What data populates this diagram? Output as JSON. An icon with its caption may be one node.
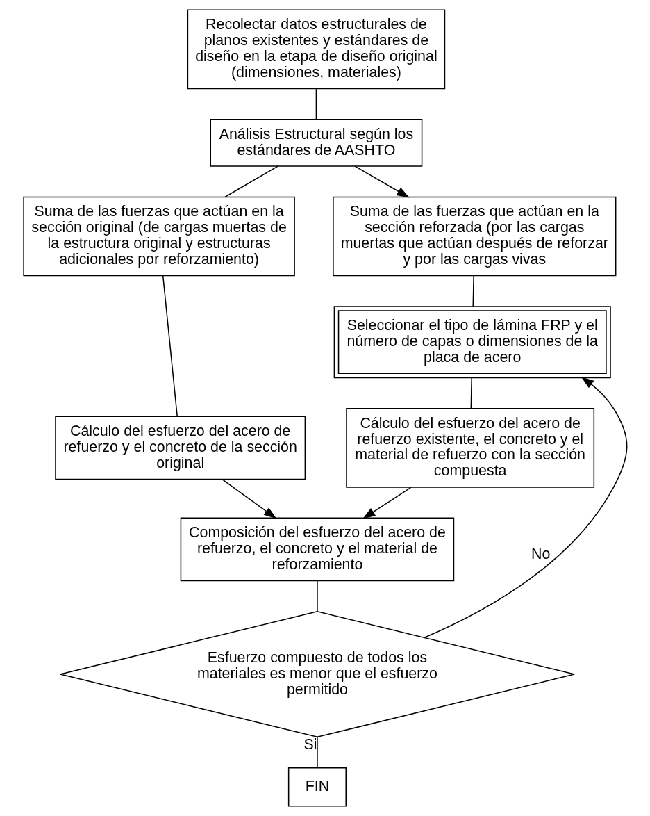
{
  "diagram": {
    "nodes": [
      {
        "text": [
          "Recolectar datos estructurales de planos existentes y estándares de diseño en la etapa de diseño original (dimensiones, materiales)"
        ]
      },
      {
        "text": [
          "Análisis Estructural según los estándares de AASHTO"
        ]
      },
      {
        "text": [
          "Suma de las fuerzas que actúan en la sección original (de cargas muertas de la estructura original y estructuras adicionales por reforzamiento)"
        ]
      },
      {
        "text": [
          "Suma de las fuerzas que actúan en la sección reforzada (por las cargas muertas que actúan después de reforzar y por las cargas vivas"
        ]
      },
      {
        "text": [
          "Seleccionar el tipo de lámina FRP y el número de capas o dimensiones de la placa de acero"
        ]
      },
      {
        "text": [
          "Cálculo del esfuerzo del acero de refuerzo y el concreto de la sección original"
        ]
      },
      {
        "text": [
          "Cálculo del esfuerzo del acero de refuerzo existente, el concreto y el material de refuerzo con la sección compuesta"
        ]
      },
      {
        "text": [
          "Composición del esfuerzo del acero de refuerzo, el concreto y el material de reforzamiento"
        ]
      },
      {
        "text": [
          "Esfuerzo compuesto de todos los materiales es menor que el esfuerzo permitido"
        ]
      },
      {
        "text": [
          "FIN"
        ]
      }
    ],
    "edges": [
      {
        "from": 0,
        "to": 1,
        "arrow": "none"
      },
      {
        "from": 1,
        "to": 2,
        "arrow": "none"
      },
      {
        "from": 1,
        "to": 3,
        "arrow": "to"
      },
      {
        "from": 3,
        "to": 4,
        "arrow": "none"
      },
      {
        "from": 2,
        "to": 5,
        "arrow": "none"
      },
      {
        "from": 4,
        "to": 6,
        "arrow": "none"
      },
      {
        "from": 5,
        "to": 7,
        "arrow": "to"
      },
      {
        "from": 6,
        "to": 7,
        "arrow": "to"
      },
      {
        "from": 7,
        "to": 8,
        "arrow": "none"
      },
      {
        "from": 8,
        "to": 9,
        "arrow": "none",
        "label": "Si"
      },
      {
        "from": 8,
        "to": 4,
        "arrow": "to",
        "label": "No"
      }
    ]
  }
}
